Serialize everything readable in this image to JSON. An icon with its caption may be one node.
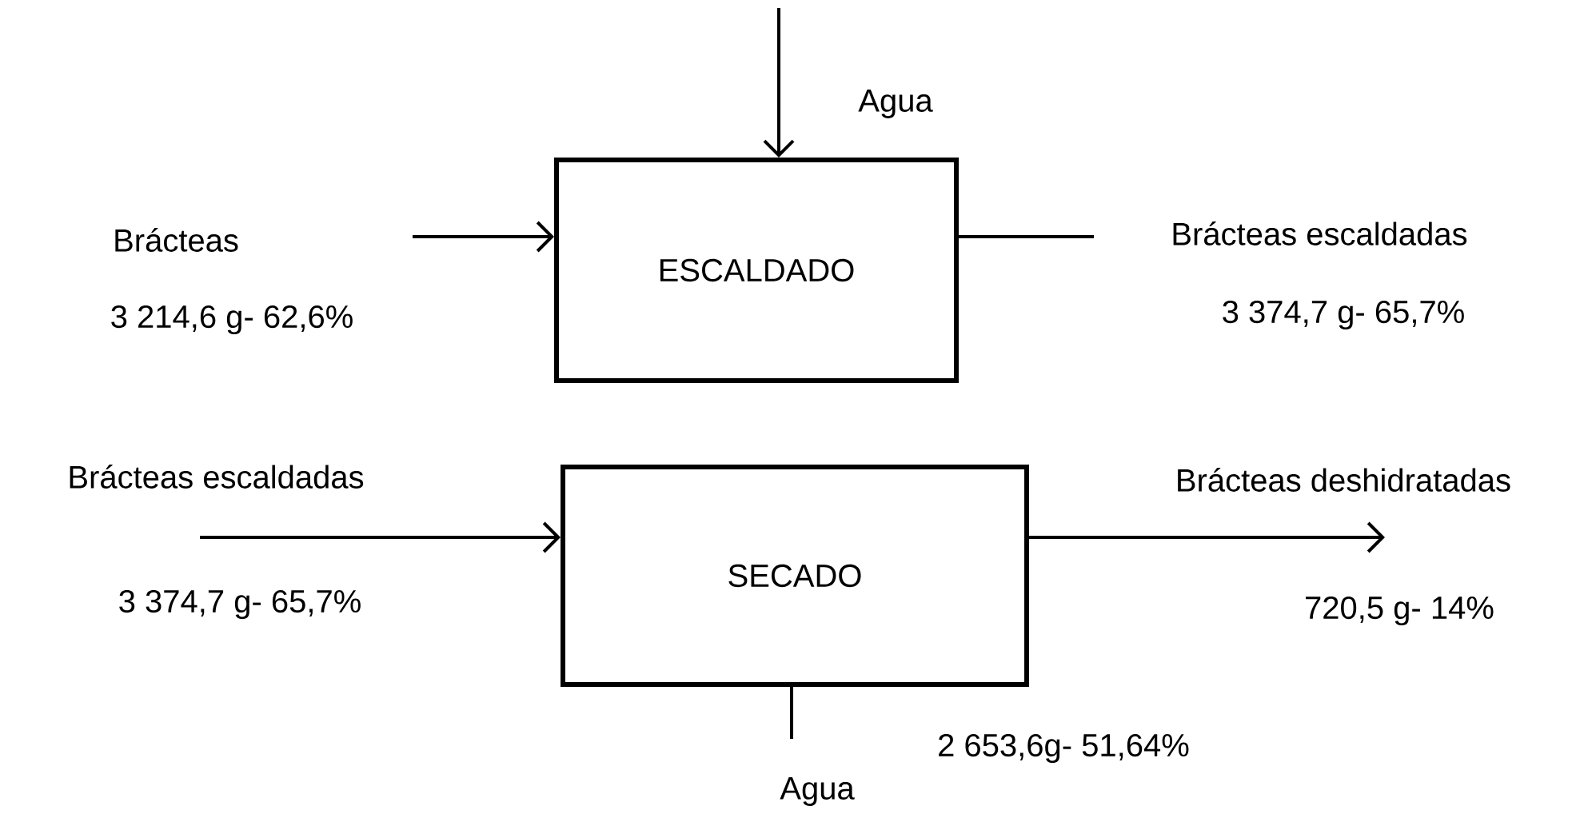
{
  "diagram": {
    "nodes": [
      {
        "text": [
          "Brácteas",
          "3 214,6 g- 62,6%"
        ]
      },
      {
        "text": [
          "ESCALDADO"
        ]
      },
      {
        "text": [
          "Brácteas escaldadas",
          "3 374,7 g- 65,7%"
        ]
      },
      {
        "text": [
          "Brácteas escaldadas",
          "3 374,7 g- 65,7%"
        ]
      },
      {
        "text": [
          "SECADO"
        ]
      },
      {
        "text": [
          "Brácteas deshidratadas",
          "720,5 g- 14%"
        ]
      },
      {
        "text": [
          "Agua"
        ],
        "beside": [
          "2 653,6g- 51,64%"
        ]
      }
    ],
    "edges": [
      {
        "from": null,
        "to": 1,
        "arrow": "to",
        "label": "Agua"
      },
      {
        "from": 0,
        "to": 1,
        "arrow": "to"
      },
      {
        "from": 1,
        "to": 2,
        "arrow": "none"
      },
      {
        "from": 3,
        "to": 4,
        "arrow": "to"
      },
      {
        "from": 4,
        "to": 5,
        "arrow": "to"
      },
      {
        "from": 4,
        "to": 6,
        "arrow": "none"
      }
    ]
  }
}
